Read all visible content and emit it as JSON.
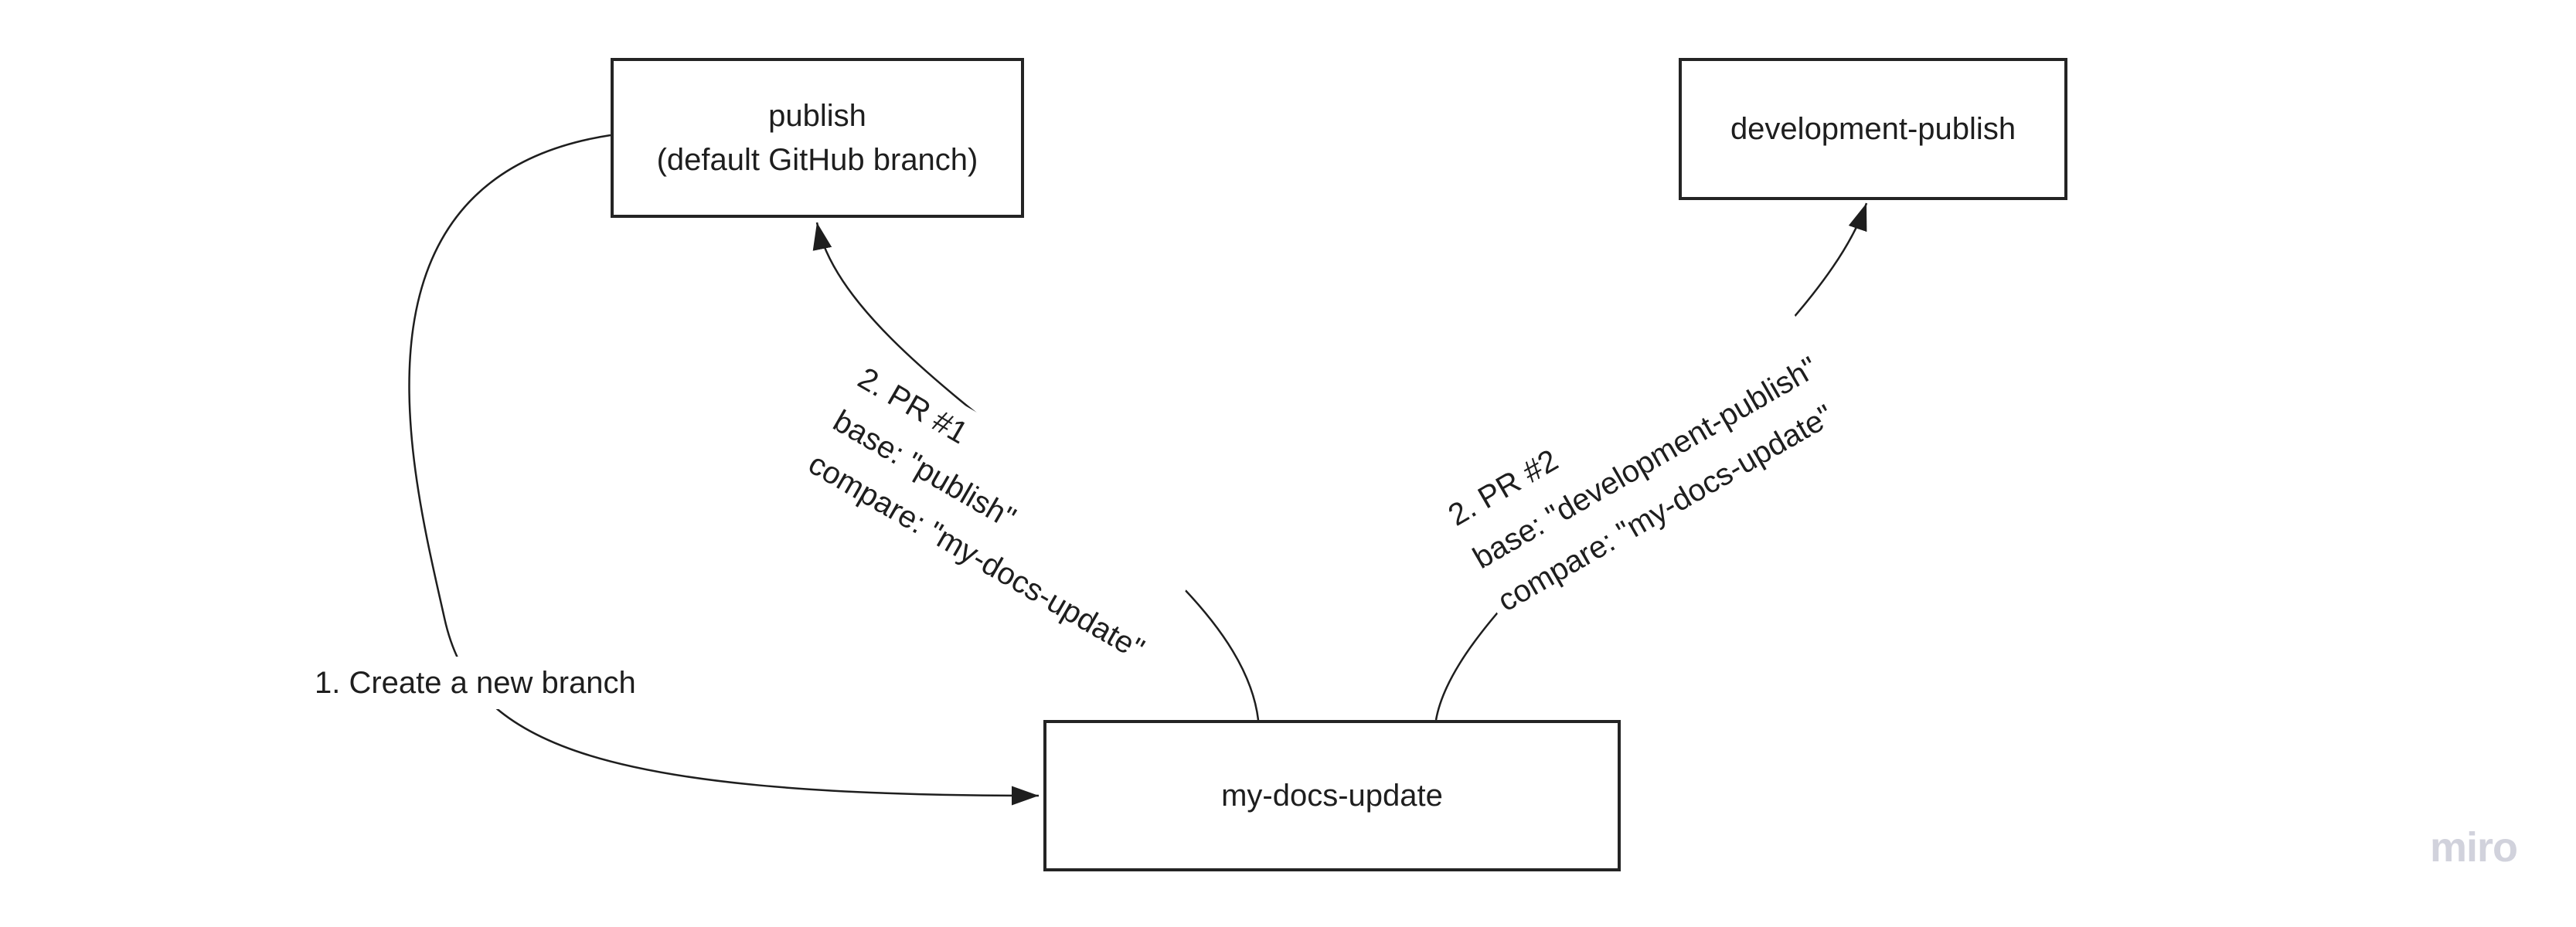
{
  "diagram": {
    "boxes": {
      "publish": {
        "line1": "publish",
        "line2": "(default GitHub branch)"
      },
      "development_publish": {
        "label": "development-publish"
      },
      "my_docs_update": {
        "label": "my-docs-update"
      }
    },
    "connector_labels": {
      "create_branch": "1. Create a new branch",
      "pr1": {
        "line1": "2. PR #1",
        "line2": "base: \"publish\"",
        "line3": "compare: \"my-docs-update\""
      },
      "pr2": {
        "line1": "2. PR #2",
        "line2": "base: \"development-publish\"",
        "line3": "compare: \"my-docs-update\""
      }
    },
    "watermark": "miro",
    "colors": {
      "ink": "#1e1e1e",
      "background": "#ffffff",
      "watermark_gray": "#d1d2dc"
    }
  }
}
